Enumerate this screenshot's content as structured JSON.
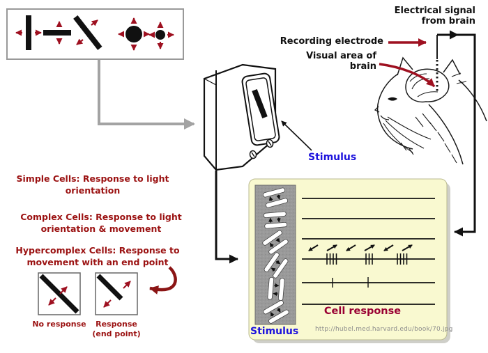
{
  "colors": {
    "arrow_red": "#9e1020",
    "dark_red_text": "#9b1212",
    "maroon_text": "#990033",
    "maroon_arrow": "#8b1515",
    "stimulus_blue": "#1c12dd",
    "panel_yellow": "#f9f9d0",
    "strip_gray": "#9a9a9a",
    "connector_gray": "#a3a3a3",
    "url_gray": "#8c8c8c"
  },
  "top_right": {
    "electrical_signal": "Electrical signal\nfrom brain",
    "recording_electrode": "Recording electrode",
    "visual_area": "Visual area of\nbrain"
  },
  "monitor": {
    "stimulus_label": "Stimulus"
  },
  "cell_types": [
    {
      "label": "Simple Cells: Response to light\norientation"
    },
    {
      "label": "Complex Cells: Response to light\norientation & movement"
    },
    {
      "label": "Hypercomplex Cells: Response to\nmovement with an end point"
    }
  ],
  "hypercomplex_demo": {
    "no_response": "No response",
    "response": "Response\n(end point)"
  },
  "response_panel": {
    "stimulus_label": "Stimulus",
    "cell_response_label": "Cell response",
    "source_url": "http://hubel.med.harvard.edu/book/70.jpg"
  }
}
